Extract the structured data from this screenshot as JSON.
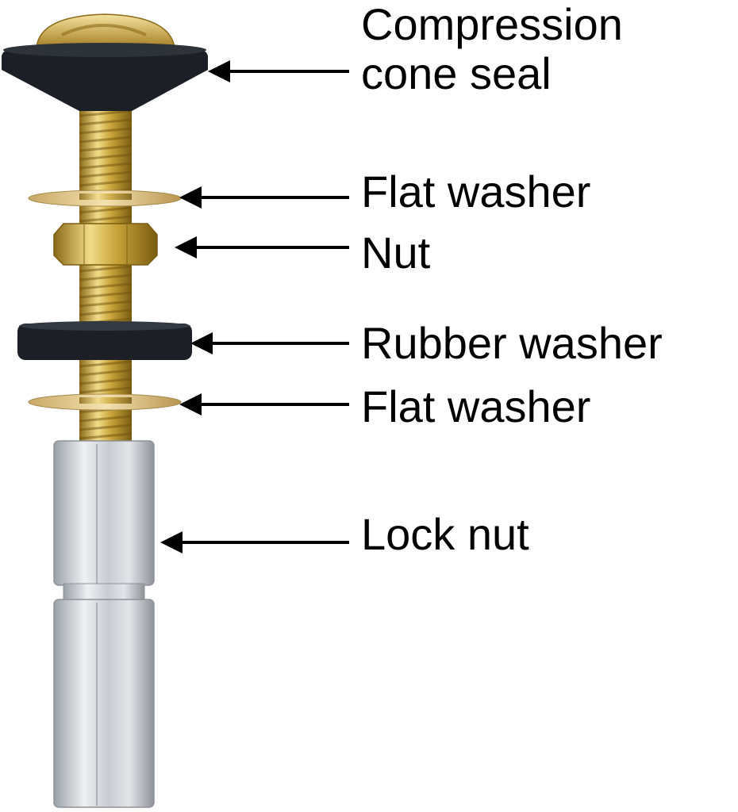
{
  "labels": [
    {
      "lines": [
        "Compression",
        "cone seal"
      ]
    },
    {
      "lines": [
        "Flat washer"
      ]
    },
    {
      "lines": [
        "Nut"
      ]
    },
    {
      "lines": [
        "Rubber washer"
      ]
    },
    {
      "lines": [
        "Flat washer"
      ]
    },
    {
      "lines": [
        "Lock nut"
      ]
    }
  ],
  "colors": {
    "brass": "#c9a53a",
    "brass_dark": "#8a6a18",
    "brass_light": "#f2dc8a",
    "rubber": "#1c2026",
    "zinc": "#c8ccd0",
    "zinc_dark": "#8e9398",
    "arrow": "#000000"
  }
}
